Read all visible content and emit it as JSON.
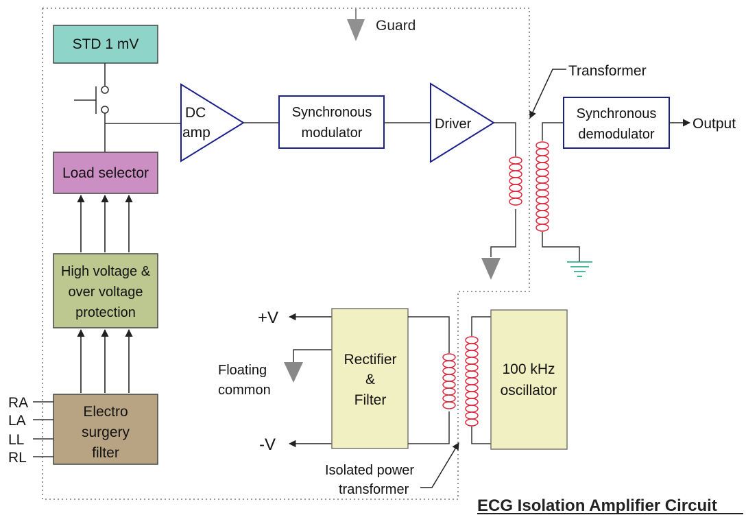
{
  "guard_label": "Guard",
  "blocks": {
    "std": "STD 1 mV",
    "load_selector": "Load selector",
    "hv": [
      "High voltage &",
      "over voltage",
      "protection"
    ],
    "esf": [
      "Electro",
      "surgery",
      "filter"
    ],
    "dc_amp": [
      "DC",
      "amp"
    ],
    "sync_mod": [
      "Synchronous",
      "modulator"
    ],
    "driver": "Driver",
    "sync_demod": [
      "Synchronous",
      "demodulator"
    ],
    "rectifier": [
      "Rectifier",
      "&",
      "Filter"
    ],
    "oscillator": [
      "100 kHz",
      "oscillator"
    ]
  },
  "labels": {
    "transformer": "Transformer",
    "output": "Output",
    "plus_v": "+V",
    "minus_v": "-V",
    "floating_common": [
      "Floating",
      "common"
    ],
    "isolated_power_transformer": [
      "Isolated power",
      "transformer"
    ]
  },
  "leads": [
    "RA",
    "LA",
    "LL",
    "RL"
  ],
  "title": "ECG Isolation Amplifier Circuit",
  "colors": {
    "std_fill": "#8fd4c8",
    "load_fill": "#cc8fc4",
    "hv_fill": "#bcc890",
    "esf_fill": "#b8a482",
    "rect_fill": "#f1f0c2",
    "amp_stroke": "#1a1f8a",
    "coil": "#d8283a",
    "wire": "#333333",
    "guard": "#777777",
    "earth": "#2fb08a"
  }
}
